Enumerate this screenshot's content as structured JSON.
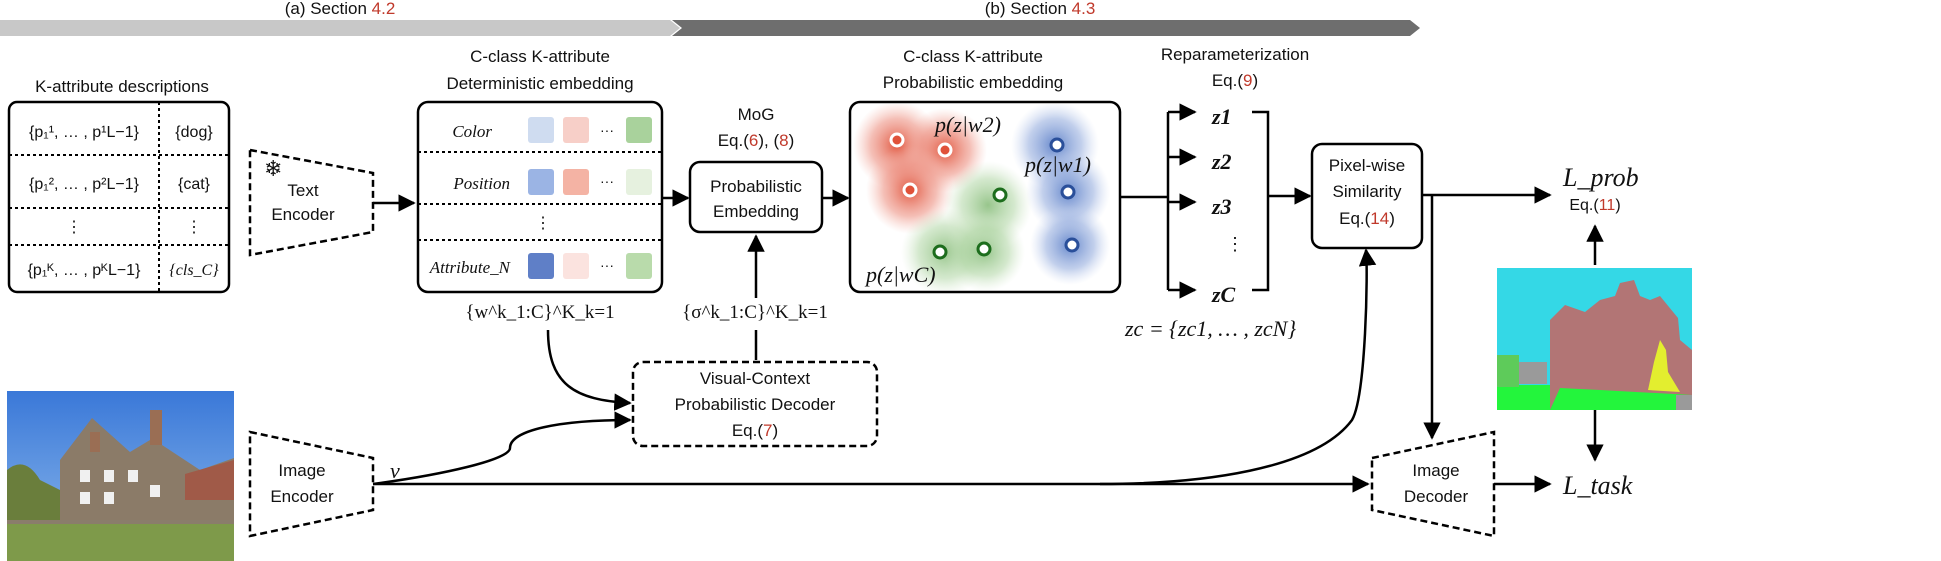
{
  "sections": [
    {
      "prefix": "(a) Section ",
      "ref": "4.2",
      "color": "#c8c8c8"
    },
    {
      "prefix": "(b) Section ",
      "ref": "4.3",
      "color": "#6e6e6e"
    }
  ],
  "attr_table": {
    "title": "K-attribute descriptions",
    "rows": [
      {
        "desc": "{p₁¹, … , p¹L−1}",
        "cls": "{dog}"
      },
      {
        "desc": "{p₁², … , p²L−1}",
        "cls": "{cat}"
      },
      {
        "desc": "⋮",
        "cls": "⋮"
      },
      {
        "desc": "{p₁ᴷ, … , pᴷL−1}",
        "cls": "{cls_C}"
      }
    ]
  },
  "text_encoder": {
    "line1": "Text",
    "line2": "Encoder"
  },
  "det_embed": {
    "title1": "C-class K-attribute",
    "title2": "Deterministic embedding",
    "rows": [
      {
        "label": "Color",
        "colors": [
          "#cfdcf0",
          "#f7cfc8",
          "#a9d29c"
        ]
      },
      {
        "label": "Position",
        "colors": [
          "#9bb4e4",
          "#f4b3a4",
          "#e6f1df"
        ]
      },
      {
        "label": "⋮",
        "colors": []
      },
      {
        "label": "Attribute_N",
        "colors": [
          "#5f7fc7",
          "#fbe3df",
          "#b9dbab"
        ]
      }
    ],
    "dots": "···",
    "caption": "{w^k_1:C}^K_k=1"
  },
  "mog": {
    "line1": "MoG",
    "line2": "Eq.(6), (8)",
    "refs": [
      "6",
      "8"
    ]
  },
  "prob_embedding": {
    "line1": "Probabilistic",
    "line2": "Embedding",
    "caption": "{σ^k_1:C}^K_k=1"
  },
  "prob_embed_panel": {
    "title1": "C-class K-attribute",
    "title2": "Probabilistic embedding",
    "labels": [
      "p(z|w2)",
      "p(z|w1)",
      "p(z|wC)"
    ],
    "colors": {
      "red": "#e0523a",
      "green": "#6ea65f",
      "blue": "#3d63b0"
    }
  },
  "reparam": {
    "line1": "Reparameterization",
    "line2": "Eq.(9)",
    "items": [
      "z1",
      "z2",
      "z3",
      "⋮",
      "zC"
    ],
    "caption": "zc = {zc1, … , zcN}"
  },
  "pixel_sim": {
    "line1": "Pixel-wise",
    "line2": "Similarity",
    "line3": "Eq.(14)"
  },
  "losses": {
    "prob": "L_prob",
    "prob_eq": "Eq.(11)",
    "task": "L_task"
  },
  "visual_decoder": {
    "line1": "Visual-Context",
    "line2": "Probabilistic Decoder",
    "line3": "Eq.(7)"
  },
  "image_encoder": {
    "line1": "Image",
    "line2": "Encoder",
    "feature": "v"
  },
  "image_decoder": {
    "line1": "Image",
    "line2": "Decoder"
  },
  "segmentation_colors": {
    "sky": "#34d8e6",
    "building": "#b27575",
    "grass": "#23f53c",
    "tree": "#5ecb5a",
    "grey": "#9a9a9a",
    "yellow": "#e3ee2f"
  }
}
